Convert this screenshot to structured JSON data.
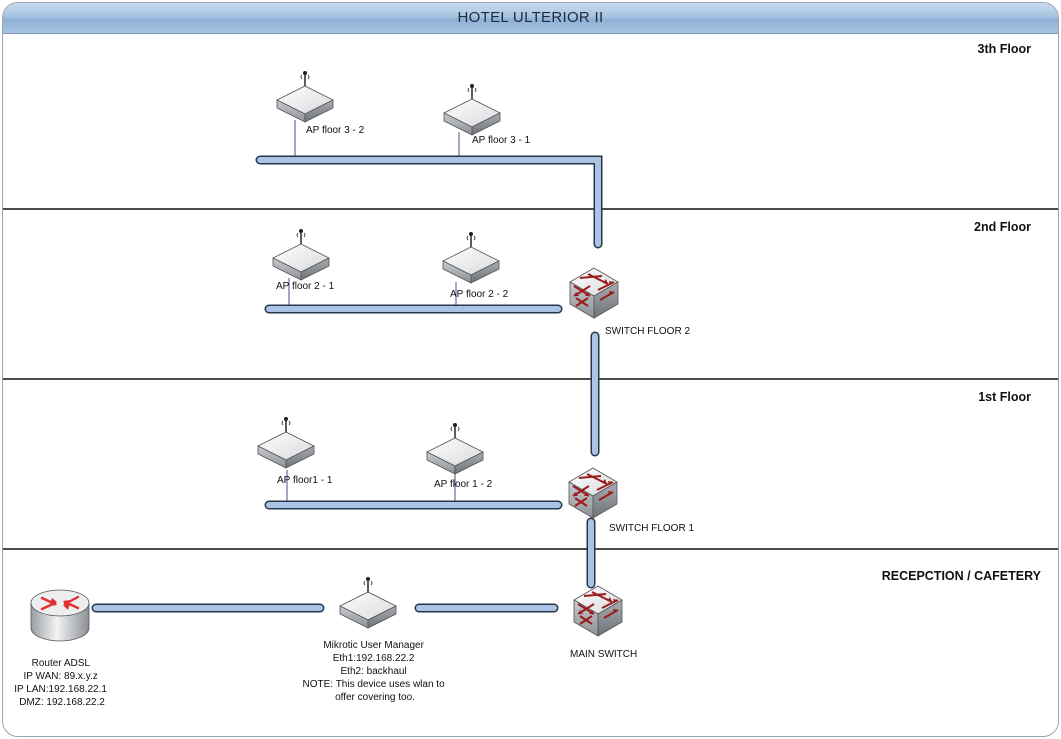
{
  "title": "HOTEL ULTERIOR II",
  "floors": {
    "floor3": "3th Floor",
    "floor2": "2nd Floor",
    "floor1": "1st Floor",
    "reception": "RECEPCTION / CAFETERY"
  },
  "devices": {
    "ap_f3_2": "AP floor 3 - 2",
    "ap_f3_1": "AP floor 3 - 1",
    "ap_f2_1": "AP floor 2 - 1",
    "ap_f2_2": "AP floor 2 - 2",
    "ap_f1_1": "AP floor1 - 1",
    "ap_f1_2": "AP floor 1 - 2",
    "switch_floor2": "SWITCH FLOOR 2",
    "switch_floor1": "SWITCH FLOOR 1",
    "main_switch": "MAIN SWITCH",
    "router": {
      "lines": [
        "Router ADSL",
        "IP WAN: 89.x.y.z",
        "IP LAN:192.168.22.1",
        "DMZ: 192.168.22.2"
      ]
    },
    "mikrotik": {
      "lines": [
        "Mikrotic User Manager",
        "Eth1:192.168.22.2",
        "Eth2: backhaul",
        "NOTE:  This device uses wlan to",
        "offer covering too."
      ]
    }
  },
  "colors": {
    "header": "#a6c2e0",
    "cable_fill": "#a9c4e4",
    "cable_edge": "#27374a",
    "switch_arrow": "#9b1c1c",
    "router_arrow": "#e03030"
  }
}
